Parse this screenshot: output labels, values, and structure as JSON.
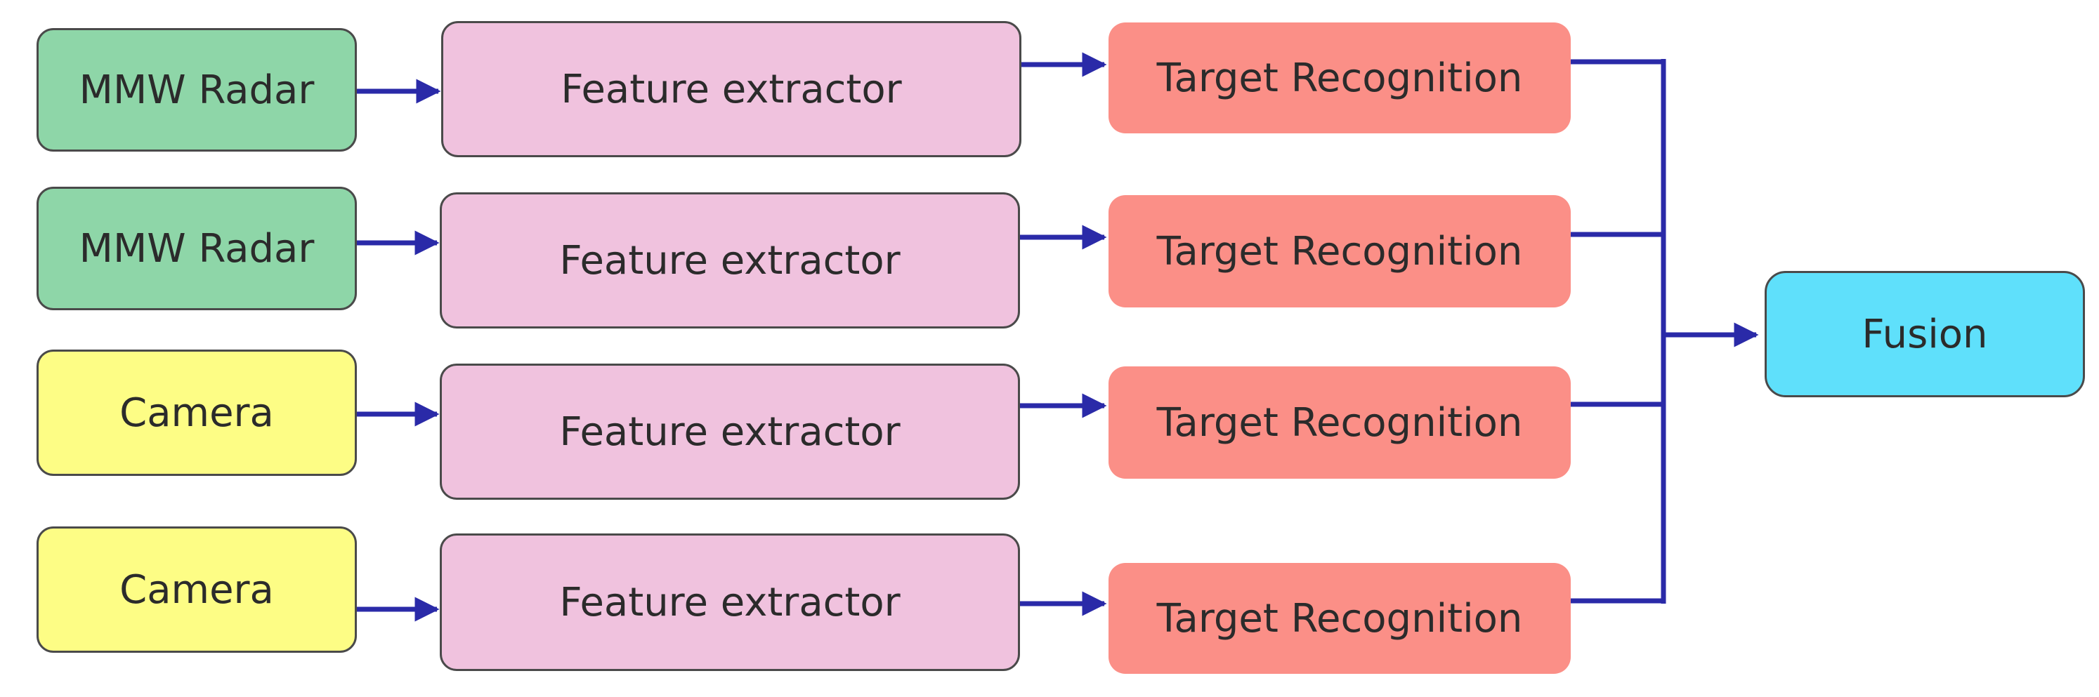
{
  "colors": {
    "radar": "#8ed6a8",
    "camera": "#fdfd85",
    "extractor": "#f0c2de",
    "recognition": "#fb8f87",
    "fusion": "#5fe0fb",
    "connector": "#2a2aa8"
  },
  "rows": [
    {
      "sensor": {
        "label": "MMW Radar",
        "kind": "radar"
      },
      "extractor": {
        "label": "Feature extractor"
      },
      "recognition": {
        "label": "Target Recognition"
      }
    },
    {
      "sensor": {
        "label": "MMW Radar",
        "kind": "radar"
      },
      "extractor": {
        "label": "Feature extractor"
      },
      "recognition": {
        "label": "Target Recognition"
      }
    },
    {
      "sensor": {
        "label": "Camera",
        "kind": "camera"
      },
      "extractor": {
        "label": "Feature extractor"
      },
      "recognition": {
        "label": "Target Recognition"
      }
    },
    {
      "sensor": {
        "label": "Camera",
        "kind": "camera"
      },
      "extractor": {
        "label": "Feature extractor"
      },
      "recognition": {
        "label": "Target Recognition"
      }
    }
  ],
  "fusion": {
    "label": "Fusion"
  }
}
